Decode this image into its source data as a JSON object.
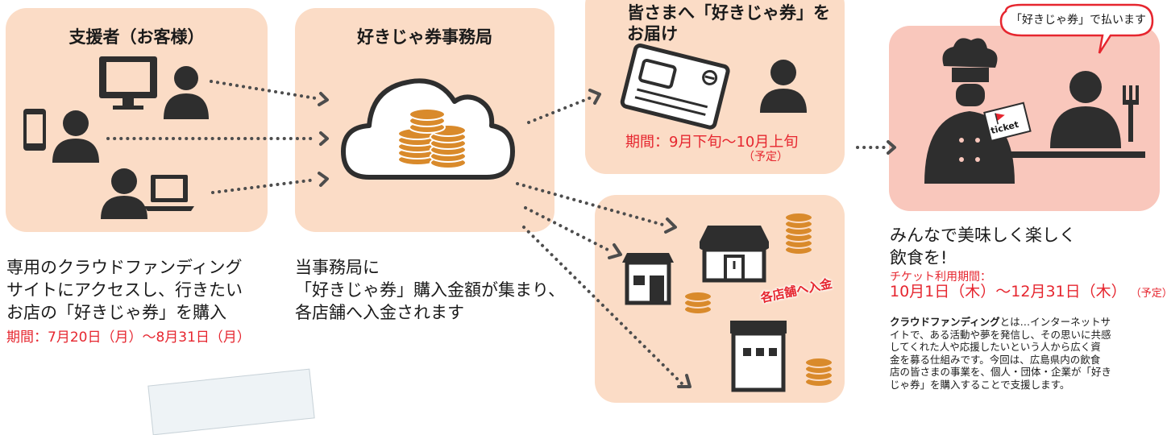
{
  "supporters": {
    "title": "支援者（お客様）",
    "desc": [
      "専用のクラウドファンディング",
      "サイトにアクセスし、行きたい",
      "お店の「好きじゃ券」を購入"
    ],
    "period": "期間：7月20日（月）～8月31日（月）"
  },
  "office": {
    "title": "好きじゃ券事務局",
    "desc": [
      "当事務局に",
      "「好きじゃ券」購入金額が集まり、",
      "各店舗へ入金されます"
    ]
  },
  "delivery": {
    "title": [
      "皆さまへ「好きじゃ券」を",
      "お届け"
    ],
    "period": "期間：9月下旬～10月上旬",
    "note": "（予定）"
  },
  "stores": {
    "label": "各店舗へ入金"
  },
  "restaurant": {
    "bubble": "「好きじゃ券」で払います",
    "ticket": "ticket",
    "headline": [
      "みんなで美味しく楽しく",
      "飲食を!"
    ],
    "usage_label": "チケット利用期間：",
    "usage_period": "10月1日（木）～12月31日（木）",
    "usage_note": "（予定）"
  },
  "crowdfunding_note": {
    "bold": "クラウドファンディング",
    "lines": [
      "とは…インターネットサ",
      "イトで、ある活動や夢を発信し、その思いに共感",
      "してくれた人や応援したいという人から広く資",
      "金を募る仕組みです。今回は、広島県内の飲食",
      "店の皆さまの事業を、個人・団体・企業が「好き",
      "じゃ券」を購入することで支援します。"
    ]
  },
  "colors": {
    "panel": "#fbdcc6",
    "panel_pink": "#f9c7bc",
    "accent_red": "#e6262f",
    "coin": "#d98a2b",
    "icon": "#2e2e2e"
  }
}
